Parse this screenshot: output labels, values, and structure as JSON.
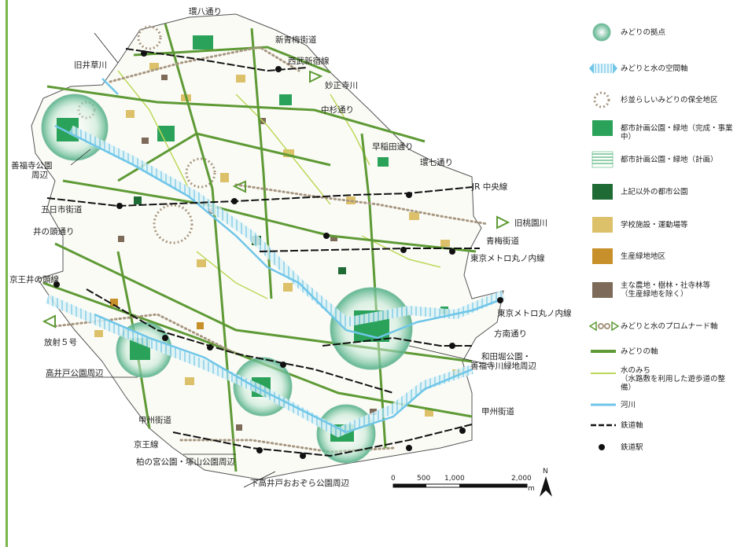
{
  "map": {
    "labels": {
      "kan8": "環八通り",
      "shin_ome": "新青梅街道",
      "kyu_igusa": "旧井草川",
      "seibu": "西武新宿線",
      "myoshoji": "妙正寺川",
      "nakasugi": "中杉通り",
      "zenpukuji": "善福寺公園\n周辺",
      "waseda": "早稲田通り",
      "kan7": "環七通り",
      "jr": "JR 中央線",
      "itsukaichi": "五日市街道",
      "inokashira_dori": "井の頭通り",
      "kyu_momozono": "旧桃園川",
      "ome": "青梅街道",
      "marunouchi1": "東京メトロ丸ノ内線",
      "keio_inokashira": "京王井の頭線",
      "marunouchi2": "東京メトロ丸ノ内線",
      "hoshaku": "放射５号",
      "honan": "方南通り",
      "wadabori": "和田堀公園・\n善福寺川緑地周辺",
      "takaido": "高井戸公園周辺",
      "koshu1": "甲州街道",
      "koshu2": "甲州街道",
      "keio": "京王線",
      "kashiwanomiya": "柏の宮公園・塚山公園周辺",
      "shimotakaido": "下高井戸おおぞら公園周辺"
    },
    "scale": {
      "ticks": [
        "0",
        "500",
        "1,000",
        "2,000"
      ],
      "unit": "m"
    },
    "north": "N"
  },
  "legend": [
    {
      "icon": "green-hub-icon",
      "label": "みどりの拠点"
    },
    {
      "icon": "green-water-axis-icon",
      "label": "みどりと水の空間軸"
    },
    {
      "icon": "tree-row-icon",
      "label": "杉並らしいみどりの保全地区"
    },
    {
      "icon": "park-complete-icon",
      "label": "都市計画公園・緑地（完成・事業中）"
    },
    {
      "icon": "park-planned-icon",
      "label": "都市計画公園・緑地（計画）"
    },
    {
      "icon": "other-park-icon",
      "label": "上記以外の都市公園"
    },
    {
      "icon": "school-icon",
      "label": "学校施設・運動場等"
    },
    {
      "icon": "productive-green-icon",
      "label": "生産緑地地区"
    },
    {
      "icon": "farmland-icon",
      "label": "主な農地・樹林・社寺林等\n（生産緑地を除く）"
    },
    {
      "icon": "promenade-icon",
      "label": "みどりと水のプロムナード軸"
    },
    {
      "icon": "green-axis-icon",
      "label": "みどりの軸"
    },
    {
      "icon": "water-path-icon",
      "label": "水のみち\n（水路敷を利用した遊歩道の整備）"
    },
    {
      "icon": "river-icon",
      "label": "河川"
    },
    {
      "icon": "railway-icon",
      "label": "鉄道軸"
    },
    {
      "icon": "station-icon",
      "label": "鉄道駅"
    }
  ],
  "colors": {
    "green_axis": "#5e9a35",
    "river": "#6fc6e8",
    "park": "#2aa25a",
    "other_park": "#1f6b36",
    "school": "#dcc16a",
    "productive": "#c8902a",
    "farmland": "#7d6a58",
    "promenade": "#a79780",
    "water_path": "#bcd95a"
  }
}
